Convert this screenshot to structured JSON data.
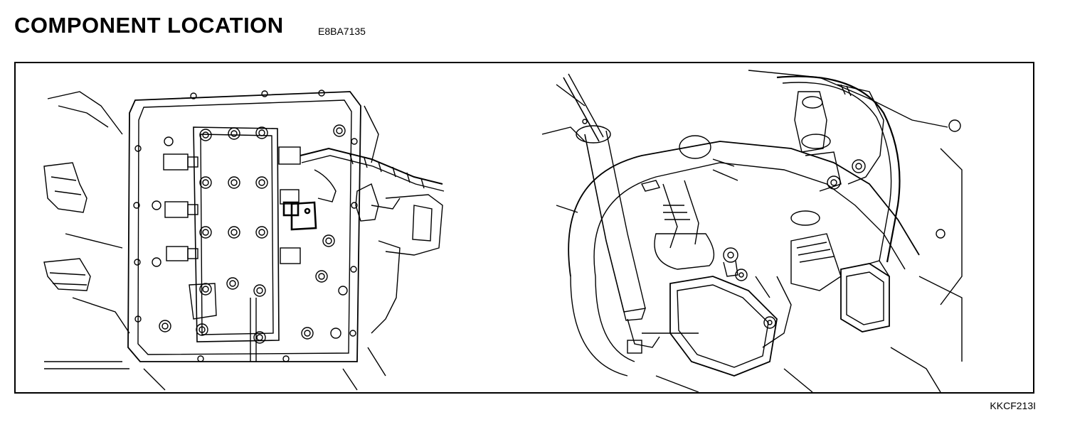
{
  "header": {
    "title": "COMPONENT LOCATION",
    "doc_code": "E8BA7135"
  },
  "figure": {
    "figure_code": "KKCF213I"
  }
}
